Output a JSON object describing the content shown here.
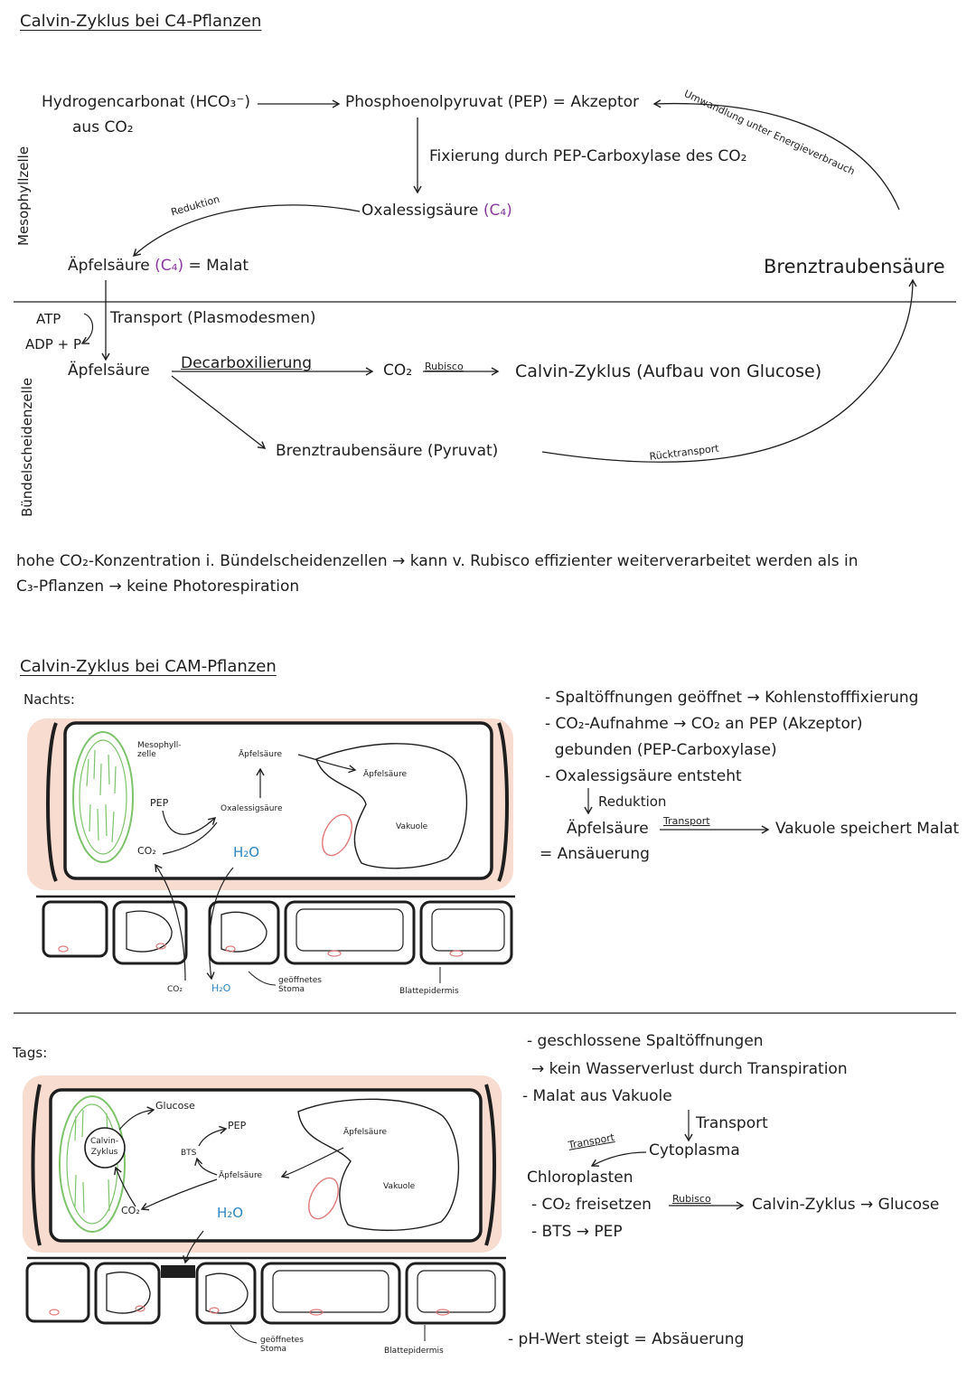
{
  "c4": {
    "title": "Calvin-Zyklus bei C4-Pflanzen",
    "mesophyll_label": "Mesophyllzelle",
    "bundle_label": "Bündelscheidenzelle",
    "hydrogencarbonat_1": "Hydrogencarbonat (HCO₃⁻)",
    "hydrogencarbonat_2": "aus CO₂",
    "pep": "Phosphoenolpyruvat (PEP) = Akzeptor",
    "umwandlung": "Umwandlung unter Energieverbrauch",
    "fixierung": "Fixierung durch PEP-Carboxylase des CO₂",
    "oxalessig": "Oxalessigsäure",
    "oxalessig_c4": "(C₄)",
    "reduktion": "Reduktion",
    "aepfel_1": "Äpfelsäure",
    "aepfel_1_c4": "(C₄)",
    "aepfel_1_rest": "= Malat",
    "brenztrauben_top": "Brenztraubensäure",
    "atp": "ATP",
    "adp": "ADP + P",
    "transport": "Transport (Plasmodesmen)",
    "aepfel_2": "Äpfelsäure",
    "decarbox": "Decarboxilierung",
    "co2": "CO₂",
    "rubisco": "Rubisco",
    "calvin": "Calvin-Zyklus (Aufbau von Glucose)",
    "brenztrauben_bottom": "Brenztraubensäure (Pyruvat)",
    "ruecktransport": "Rücktransport",
    "summary_1": "hohe CO₂-Konzentration i. Bündelscheidenzellen → kann v. Rubisco effizienter weiterverarbeitet werden als in",
    "summary_2": "C₃-Pflanzen → keine Photorespiration"
  },
  "cam": {
    "title": "Calvin-Zyklus bei CAM-Pflanzen",
    "night": {
      "label": "Nachts:",
      "mesophyll": "Mesophyll-\nzelle",
      "aepfel_cyto": "Äpfelsäure",
      "aepfel_vac": "Äpfelsäure",
      "pep": "PEP",
      "oxalessig": "Oxalessigsäure",
      "vakuole": "Vakuole",
      "co2_in": "CO₂",
      "h2o_in": "H₂O",
      "co2_out": "CO₂",
      "h2o_out": "H₂O",
      "stoma": "geöffnetes\nStoma",
      "epidermis": "Blattepidermis",
      "notes": [
        "- Spaltöffnungen geöffnet → Kohlenstofffixierung",
        "- CO₂-Aufnahme → CO₂ an PEP (Akzeptor)",
        "  gebunden (PEP-Carboxylase)",
        "- Oxalessigsäure entsteht"
      ],
      "reduktion": "Reduktion",
      "aepfel": "Äpfelsäure",
      "transport": "Transport",
      "vakuole_note": "Vakuole speichert Malat",
      "ansaeuerung": "= Ansäuerung"
    },
    "day": {
      "label": "Tags:",
      "glucose": "Glucose",
      "calvin": "Calvin-\nZyklus",
      "pep": "PEP",
      "bts": "BTS",
      "aepfel_cyto": "Äpfelsäure",
      "aepfel_vac": "Äpfelsäure",
      "vakuole": "Vakuole",
      "co2": "CO₂",
      "h2o": "H₂O",
      "stoma": "geöffnetes\nStoma",
      "epidermis": "Blattepidermis",
      "note_1": "- geschlossene Spaltöffnungen",
      "note_2": "→ kein Wasserverlust durch Transpiration",
      "note_3": "- Malat aus Vakuole",
      "transport_1": "Transport",
      "cytoplasma": "Cytoplasma",
      "transport_2": "Transport",
      "chloroplasten": "Chloroplasten",
      "co2_frei": "- CO₂ freisetzen",
      "rubisco": "Rubisco",
      "calvin_glucose": "Calvin-Zyklus → Glucose",
      "bts_pep": "- BTS → PEP",
      "ph": "- pH-Wert steigt = Absäuerung"
    }
  },
  "colors": {
    "ink": "#1e1e1e",
    "purple": "#8a3b9e",
    "blue": "#2e86c1",
    "green": "#7dc36b",
    "wall": "#f8dccf",
    "red": "#e07a7a"
  }
}
